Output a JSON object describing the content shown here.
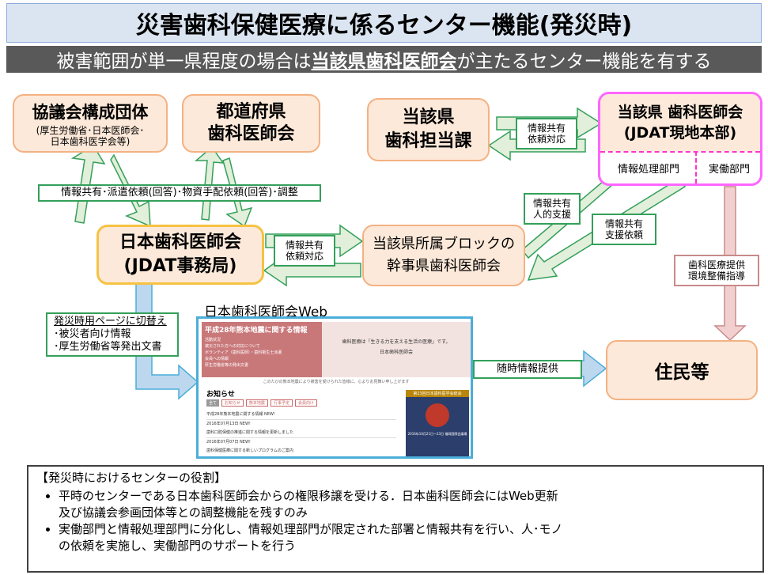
{
  "title": "災害歯科保健医療に係るセンター機能(発災時)",
  "subtitle": {
    "prefix": "被害範囲が単一県程度の場合は",
    "underlined": "当該県歯科医師会",
    "suffix": "が主たるセンター機能を有する"
  },
  "nodes": {
    "council": {
      "title": "協議会構成団体",
      "detail": "(厚生労働省･日本医師会･\n日本歯科医学会等)"
    },
    "prefectural_dental": {
      "line1": "都道府県",
      "line2": "歯科医師会"
    },
    "prefecture_office": {
      "line1": "当該県",
      "line2": "歯科担当課"
    },
    "local_hq": {
      "line1": "当該県 歯科医師会",
      "line2": "(JDAT現地本部)",
      "dept_info": "情報処理部門",
      "dept_ops": "実働部門"
    },
    "jda": {
      "line1": "日本歯科医師会",
      "line2": "(JDAT事務局)"
    },
    "block": {
      "line1": "当該県所属ブロックの",
      "line2": "幹事県歯科医師会"
    },
    "residents": {
      "label": "住民等"
    }
  },
  "labels": {
    "share_top": "情報共有\n依頼対応",
    "dispatch": "情報共有･派遣依頼(回答)･物資手配依頼(回答)･調整",
    "share_mid": "情報共有\n依頼対応",
    "human_support": "情報共有\n人的支援",
    "support_request": "情報共有\n支援依頼",
    "dental_care": "歯科医療提供\n環境整備指導",
    "switch_title": "発災時用ページに切替え",
    "switch_item1": "･被災者向け情報",
    "switch_item2": "･厚生労働省等発出文書",
    "web_title": "日本歯科医師会Web",
    "info_provide": "随時情報提供"
  },
  "web": {
    "banner": "平成28年熊本地震に関する情報",
    "banner_links": [
      "活動状況",
      "被災された方への対応について",
      "ボランティア（歯科医師）・歯科衛生士派遣",
      "会員への情報",
      "厚生労働省等の発出文書"
    ],
    "slogan": "歯科医療は「生きる力を支える生活の医療」です。",
    "org": "日本歯科医師会",
    "notice_line": "このたびの熊本地震により被害を受けられた皆様に、心よりお見舞い申し上げます",
    "news_heading": "お知らせ",
    "news_tabs": [
      "全て",
      "お知らせ",
      "熊本地震",
      "行事予定",
      "会員向け"
    ],
    "news_items": [
      "平成28年熊本地震に関する情報 NEW!",
      "2016年07月13日 NEW!",
      "歯科口腔保健の推進に関する情報を更新しました",
      "2016年07月07日 NEW!",
      "歯科保健医療に関する新しいプログラムのご案内"
    ],
    "poster_title": "第23回日本歯科医学会総会",
    "poster_caption": "2016年10月21日〜23日 福岡国際会議場"
  },
  "roles": {
    "heading": "【発災時におけるセンターの役割】",
    "items": [
      "平時のセンターである日本歯科医師会からの権限移譲を受ける．日本歯科医師会にはWeb更新\n及び協議会参画団体等との調整機能を残すのみ",
      "実働部門と情報処理部門に分化し、情報処理部門が限定された部署と情報共有を行い、人･モノ\nの依頼を実施し、実働部門のサポートを行う"
    ]
  },
  "colors": {
    "node_fill": "#fde9d9",
    "node_border_orange": "#f4b183",
    "node_border_gold": "#f5c242",
    "hq_border": "#ff66ff",
    "green_arrow": "#e2efda",
    "green_stroke": "#33a05a",
    "blue_arrow": "#bdd7ee",
    "blue_stroke": "#4aaed8",
    "pink_arrow": "#f2d0d0",
    "pink_stroke": "#c98a8a"
  }
}
